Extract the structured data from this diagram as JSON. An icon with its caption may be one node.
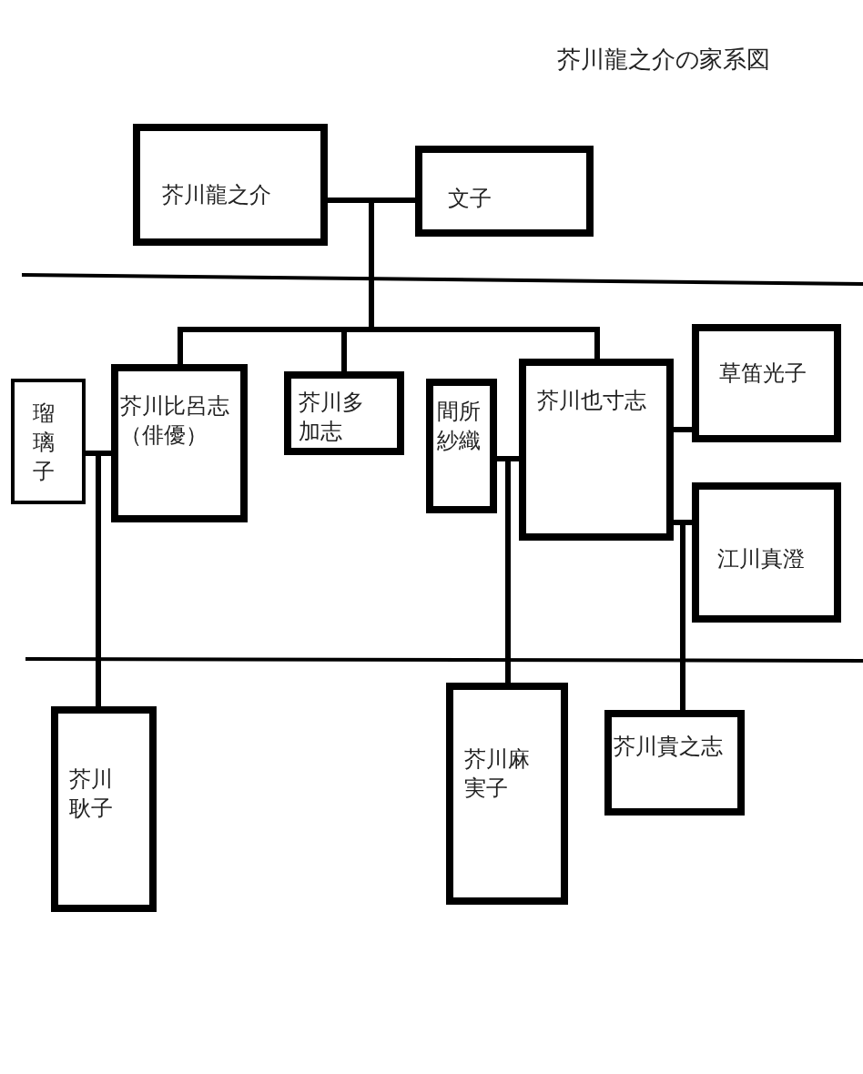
{
  "diagram": {
    "title": "芥川龍之介の家系図",
    "nodes": [
      {
        "text": [
          "芥川龍之介"
        ]
      },
      {
        "text": [
          "文子"
        ]
      },
      {
        "text": [
          "瑠璃子"
        ]
      },
      {
        "text": [
          "芥川比呂志（俳優）"
        ]
      },
      {
        "text": [
          "芥川多加志"
        ]
      },
      {
        "text": [
          "間所紗織"
        ]
      },
      {
        "text": [
          "芥川也寸志"
        ]
      },
      {
        "text": [
          "草笛光子"
        ]
      },
      {
        "text": [
          "江川真澄"
        ]
      },
      {
        "text": [
          "芥川耿子"
        ]
      },
      {
        "text": [
          "芥川麻実子"
        ]
      },
      {
        "text": [
          "芥川貴之志"
        ]
      }
    ],
    "edges": [
      {
        "from": 0,
        "to": 1,
        "arrow": "none"
      },
      {
        "from": 0,
        "to": 3,
        "arrow": "none"
      },
      {
        "from": 1,
        "to": 3,
        "arrow": "none"
      },
      {
        "from": 0,
        "to": 4,
        "arrow": "none"
      },
      {
        "from": 1,
        "to": 4,
        "arrow": "none"
      },
      {
        "from": 0,
        "to": 6,
        "arrow": "none"
      },
      {
        "from": 1,
        "to": 6,
        "arrow": "none"
      },
      {
        "from": 2,
        "to": 3,
        "arrow": "none"
      },
      {
        "from": 2,
        "to": 9,
        "arrow": "none"
      },
      {
        "from": 3,
        "to": 9,
        "arrow": "none"
      },
      {
        "from": 5,
        "to": 6,
        "arrow": "none"
      },
      {
        "from": 5,
        "to": 10,
        "arrow": "none"
      },
      {
        "from": 6,
        "to": 10,
        "arrow": "none"
      },
      {
        "from": 6,
        "to": 7,
        "arrow": "none"
      },
      {
        "from": 6,
        "to": 8,
        "arrow": "none"
      },
      {
        "from": 6,
        "to": 11,
        "arrow": "none"
      },
      {
        "from": 8,
        "to": 11,
        "arrow": "none"
      }
    ]
  }
}
